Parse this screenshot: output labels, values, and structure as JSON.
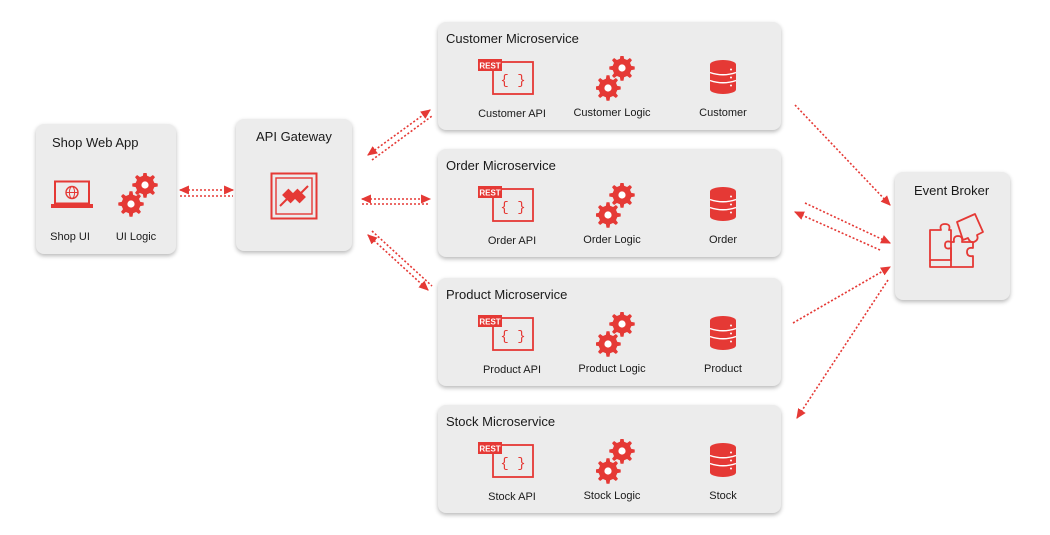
{
  "shop_web_app": {
    "title": "Shop Web App",
    "components": [
      {
        "label": "Shop UI",
        "icon": "laptop-icon"
      },
      {
        "label": "UI Logic",
        "icon": "gears-icon"
      }
    ]
  },
  "api_gateway": {
    "title": "API Gateway",
    "icon": "plug-icon"
  },
  "microservices": [
    {
      "title": "Customer Microservice",
      "api_label": "Customer API",
      "logic_label": "Customer Logic",
      "db_label": "Customer"
    },
    {
      "title": "Order Microservice",
      "api_label": "Order API",
      "logic_label": "Order Logic",
      "db_label": "Order"
    },
    {
      "title": "Product Microservice",
      "api_label": "Product API",
      "logic_label": "Product Logic",
      "db_label": "Product"
    },
    {
      "title": "Stock Microservice",
      "api_label": "Stock API",
      "logic_label": "Stock Logic",
      "db_label": "Stock"
    }
  ],
  "rest_badge": "REST",
  "rest_braces": "{ }",
  "event_broker": {
    "title": "Event Broker",
    "icon": "puzzle-icon"
  },
  "colors": {
    "accent": "#e53935",
    "box_bg": "#ececec"
  }
}
